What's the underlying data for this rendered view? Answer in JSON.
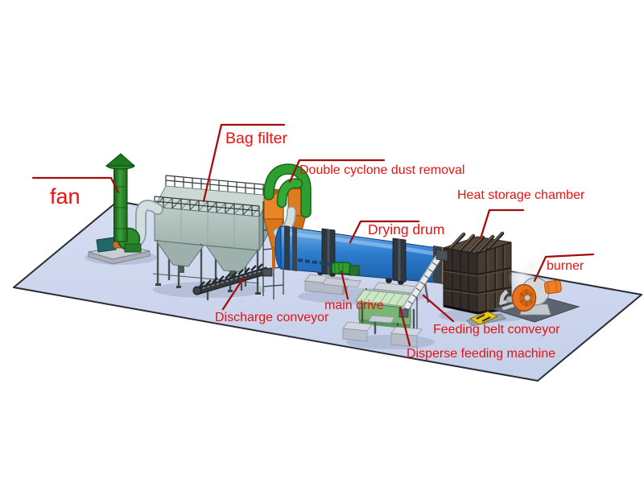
{
  "diagram": {
    "type": "3d-equipment-illustration",
    "background": "#ffffff",
    "label_color": "#e8120e",
    "leader_color": "#a50d0d",
    "labels": {
      "fan": "fan",
      "bag_filter": "Bag filter",
      "double_cyclone": "Double cyclone dust removal",
      "heat_storage": "Heat storage chamber",
      "drying_drum": "Drying drum",
      "burner": "burner",
      "main_drive": "main drive",
      "discharge_conveyor": "Discharge conveyor",
      "feeding_belt": "Feeding belt conveyor",
      "disperse_feeding": "Disperse feeding machine"
    },
    "machine_colors": {
      "floor": "#ccd5ed",
      "drying_drum": "#2e7ecf",
      "cyclones": "#e07a1e",
      "green_pipes": "#2f9e30",
      "fan_stack": "#2c8c2c",
      "bag_filter_body": "#afc2be",
      "heat_chamber": "#3a322c",
      "burner_accent": "#e8731e",
      "feeder_green": "#79b573",
      "guard_yellow": "#e8c818"
    }
  }
}
